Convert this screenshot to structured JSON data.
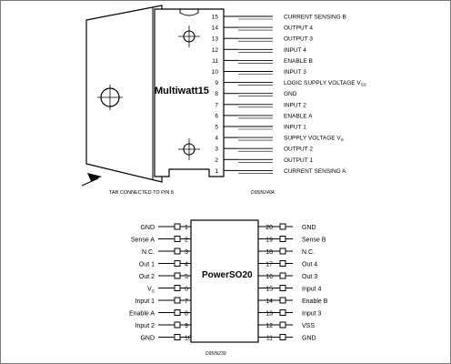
{
  "multiwatt": {
    "package_name": "Multiwatt15",
    "pins": [
      {
        "num": "15",
        "label": "CURRENT SENSING B"
      },
      {
        "num": "14",
        "label": "OUTPUT 4"
      },
      {
        "num": "13",
        "label": "OUTPUT 3"
      },
      {
        "num": "12",
        "label": "INPUT 4"
      },
      {
        "num": "11",
        "label": "ENABLE B"
      },
      {
        "num": "10",
        "label": "INPUT 3"
      },
      {
        "num": "9",
        "label": "LOGIC SUPPLY VOLTAGE V",
        "sub": "SS"
      },
      {
        "num": "8",
        "label": "GND"
      },
      {
        "num": "7",
        "label": "INPUT 2"
      },
      {
        "num": "6",
        "label": "ENABLE A"
      },
      {
        "num": "5",
        "label": "INPUT 1"
      },
      {
        "num": "4",
        "label": "SUPPLY VOLTAGE V",
        "sub": "S"
      },
      {
        "num": "3",
        "label": "OUTPUT 2"
      },
      {
        "num": "2",
        "label": "OUTPUT 1"
      },
      {
        "num": "1",
        "label": "CURRENT SENSING A"
      }
    ],
    "tab_note": "TAB CONNECTED TO PIN 8",
    "drawing_code": "D95IN240A"
  },
  "powerso": {
    "package_name": "PowerSO20",
    "left_pins": [
      {
        "num": "1",
        "label": "GND"
      },
      {
        "num": "2",
        "label": "Sense A"
      },
      {
        "num": "3",
        "label": "N.C."
      },
      {
        "num": "4",
        "label": "Out 1"
      },
      {
        "num": "5",
        "label": "Out 2"
      },
      {
        "num": "6",
        "label": "V",
        "sub": "S"
      },
      {
        "num": "7",
        "label": "Input 1"
      },
      {
        "num": "8",
        "label": "Enable A"
      },
      {
        "num": "9",
        "label": "Input 2"
      },
      {
        "num": "10",
        "label": "GND"
      }
    ],
    "right_pins": [
      {
        "num": "20",
        "label": "GND"
      },
      {
        "num": "19",
        "label": "Sense B"
      },
      {
        "num": "18",
        "label": "N.C."
      },
      {
        "num": "17",
        "label": "Out 4"
      },
      {
        "num": "16",
        "label": "Out 3"
      },
      {
        "num": "15",
        "label": "Input 4"
      },
      {
        "num": "14",
        "label": "Enable B"
      },
      {
        "num": "13",
        "label": "Input 3"
      },
      {
        "num": "12",
        "label": "VSS"
      },
      {
        "num": "11",
        "label": "GND"
      }
    ],
    "drawing_code": "D95IN239"
  }
}
